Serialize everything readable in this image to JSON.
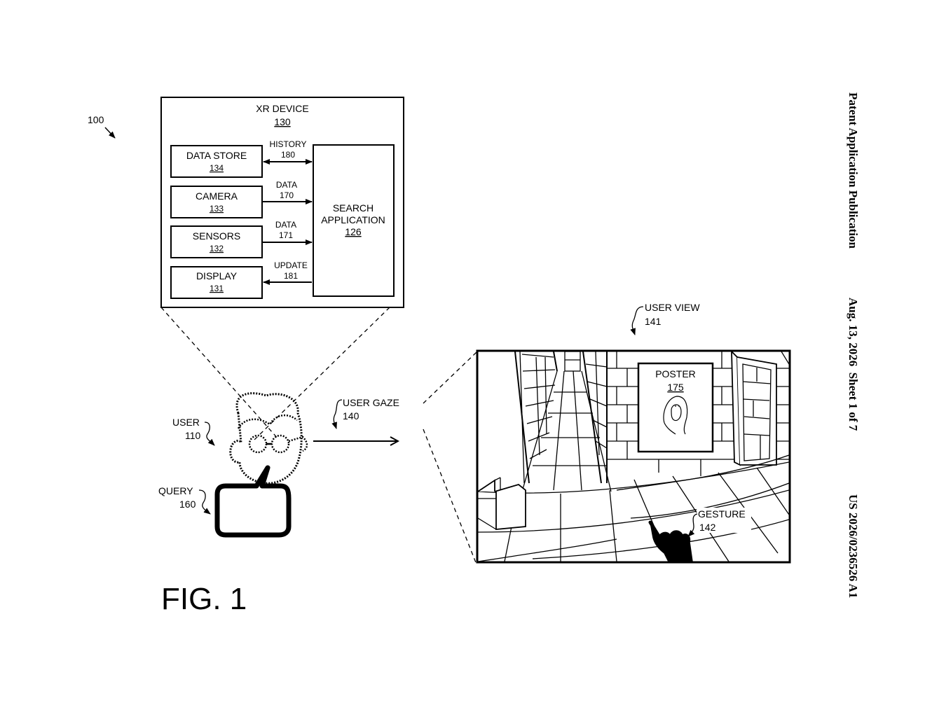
{
  "header": {
    "publication": "Patent Application Publication",
    "date_sheet": "Aug. 13, 2026  Sheet 1 of 7",
    "number": "US 2026/0236526 A1"
  },
  "figure": {
    "ref": "100",
    "caption": "FIG. 1"
  },
  "xr_device": {
    "title": "XR DEVICE",
    "ref": "130",
    "components": [
      {
        "name": "DATA STORE",
        "ref": "134"
      },
      {
        "name": "CAMERA",
        "ref": "133"
      },
      {
        "name": "SENSORS",
        "ref": "132"
      },
      {
        "name": "DISPLAY",
        "ref": "131"
      }
    ],
    "search_app": {
      "line1": "SEARCH",
      "line2": "APPLICATION",
      "ref": "126"
    },
    "links": [
      {
        "label": "HISTORY",
        "ref": "180"
      },
      {
        "label": "DATA",
        "ref": "170"
      },
      {
        "label": "DATA",
        "ref": "171"
      },
      {
        "label": "UPDATE",
        "ref": "181"
      }
    ]
  },
  "user": {
    "label": "USER",
    "ref": "110"
  },
  "query": {
    "label": "QUERY",
    "ref": "160"
  },
  "gaze": {
    "label": "USER GAZE",
    "ref": "140"
  },
  "user_view": {
    "label": "USER VIEW",
    "ref": "141"
  },
  "poster": {
    "label": "POSTER",
    "ref": "175"
  },
  "gesture": {
    "label": "GESTURE",
    "ref": "142"
  }
}
